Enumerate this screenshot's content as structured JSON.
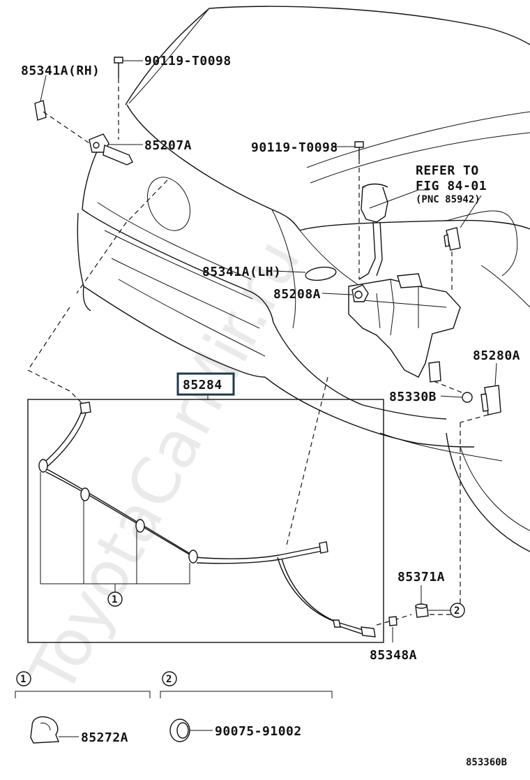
{
  "watermark": "ToyotaCarMir.ru",
  "labels": {
    "p85341a_rh": "85341A(RH)",
    "p90119_top": "90119-T0098",
    "p85207a": "85207A",
    "p90119_mid": "90119-T0098",
    "refer_line1": "REFER TO",
    "refer_line2": "FIG 84-01",
    "refer_line3": "(PNC 85942)",
    "p85341a_lh": "85341A(LH)",
    "p85208a": "85208A",
    "p85280a": "85280A",
    "p85284": "85284",
    "p85330b": "85330B",
    "p85371a": "85371A",
    "p85348a": "85348A",
    "callout1": "1",
    "callout2": "2",
    "legend1_num": "1",
    "legend2_num": "2",
    "p85272a": "85272A",
    "p90075": "90075-91002",
    "figure_code": "853360B"
  },
  "colors": {
    "line": "#111111",
    "box_border": "#1e3a4a",
    "watermark": "#d9d9d9"
  }
}
